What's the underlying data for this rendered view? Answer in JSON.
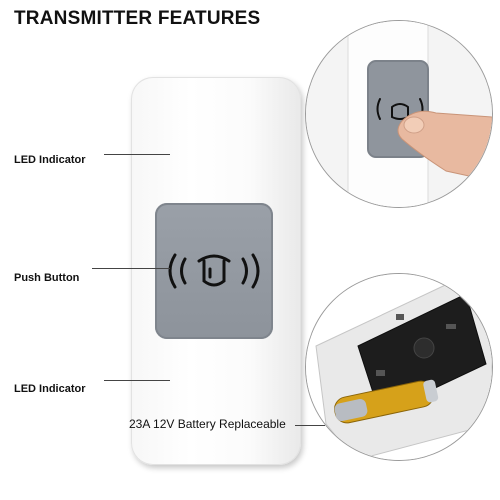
{
  "header": {
    "title": "TRANSMITTER FEATURES"
  },
  "callouts": {
    "led_top": "LED Indicator",
    "push_button": "Push Button",
    "led_bottom": "LED Indicator",
    "battery": "23A 12V Battery Replaceable"
  },
  "icons": {
    "bell": "bell-icon",
    "waves": "sound-wave-icon"
  },
  "colors": {
    "button_pad": "#8f959d",
    "casing": "#ffffff",
    "battery_gold": "#d6a11a"
  }
}
